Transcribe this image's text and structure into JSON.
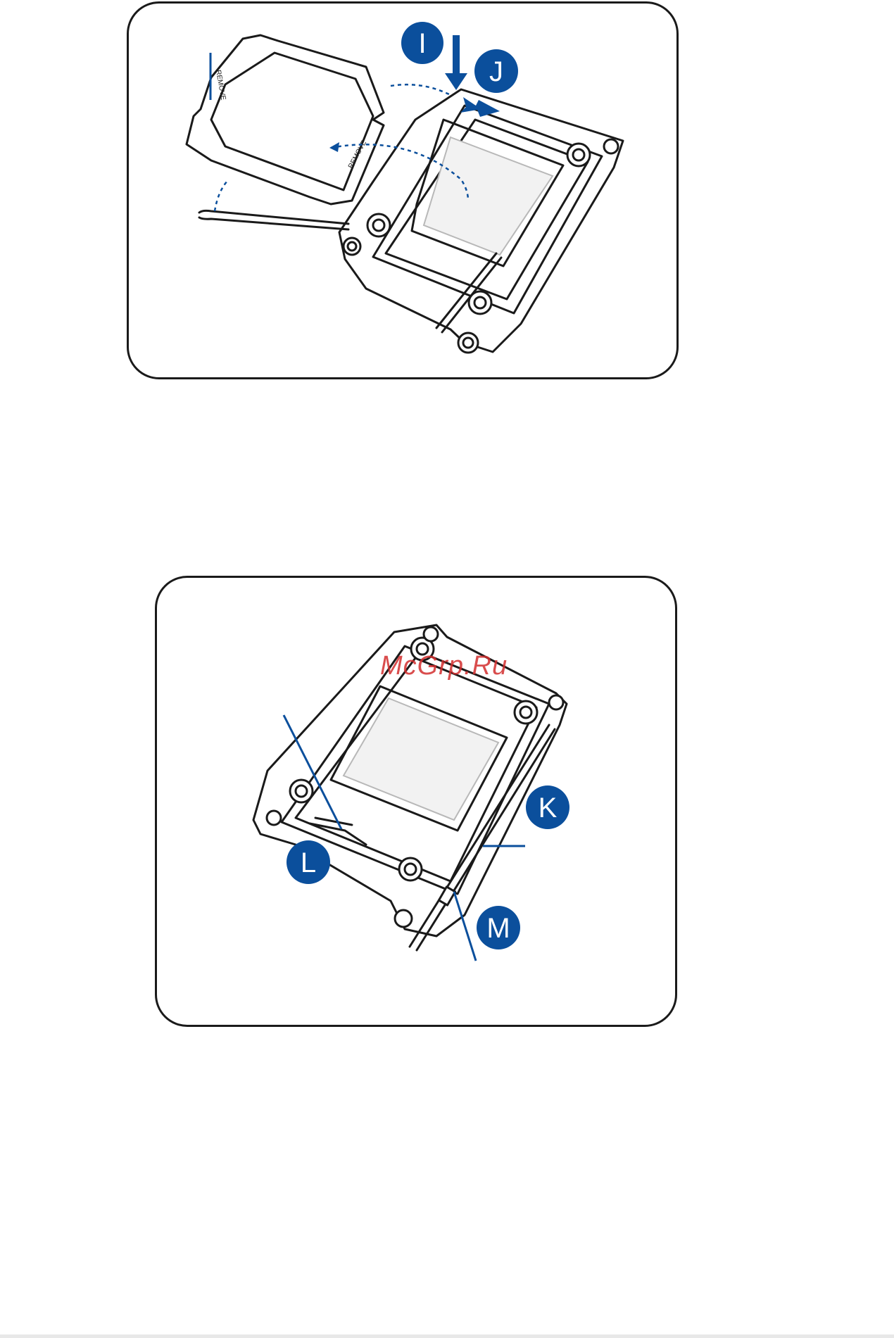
{
  "top_figure": {
    "cover_label_1": "REMOVE",
    "cover_label_2": "REMOVE",
    "badge_i": "I",
    "badge_j": "J"
  },
  "bottom_figure": {
    "badge_k": "K",
    "badge_l": "L",
    "badge_m": "M"
  },
  "watermark": "McGrp.Ru",
  "colors": {
    "accent": "#0b4f9c",
    "line": "#1a1a1a",
    "watermark": "#d32f2f"
  }
}
